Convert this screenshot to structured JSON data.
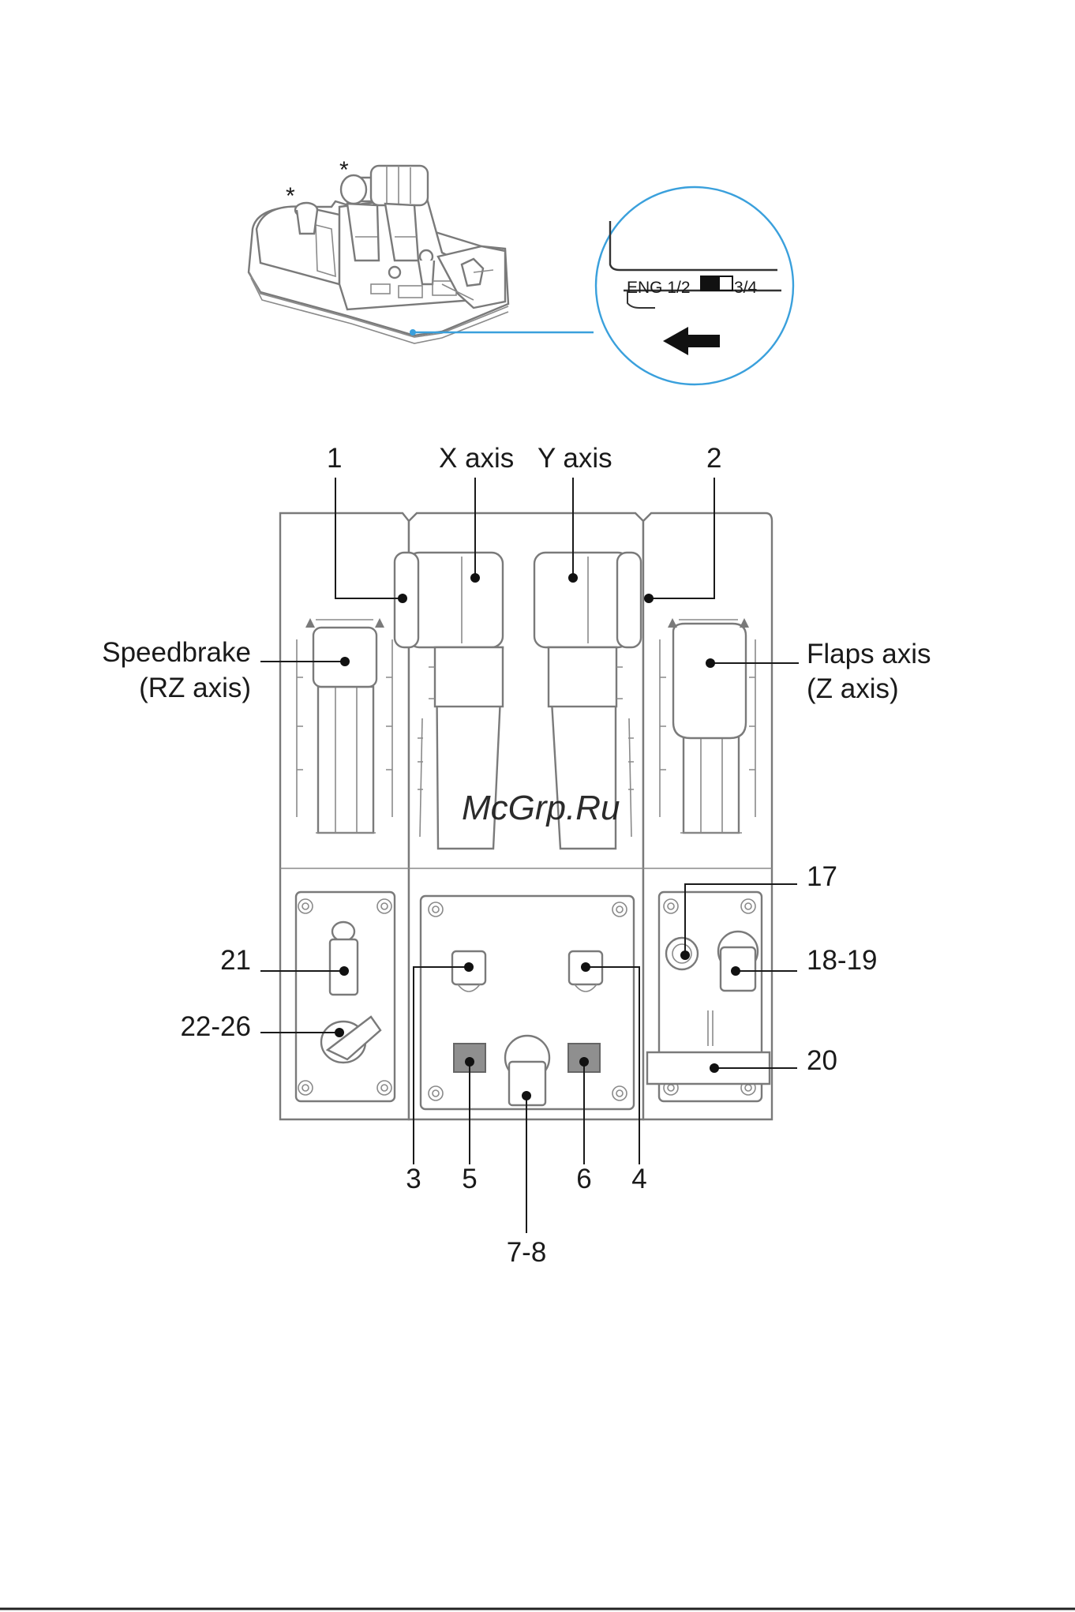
{
  "top_view": {
    "stars": [
      "*",
      "*"
    ],
    "switch_left": "ENG 1/2",
    "switch_right": "3/4"
  },
  "callouts": {
    "c1": "1",
    "x_axis": "X axis",
    "y_axis": "Y axis",
    "c2": "2",
    "speedbrake_line1": "Speedbrake",
    "speedbrake_line2": "(RZ axis)",
    "flaps_line1": "Flaps axis",
    "flaps_line2": "(Z axis)",
    "c17": "17",
    "c21": "21",
    "c18_19": "18-19",
    "c22_26": "22-26",
    "c20": "20",
    "c3": "3",
    "c5": "5",
    "c6": "6",
    "c4": "4",
    "c7_8": "7-8"
  },
  "watermark": "McGrp.Ru",
  "colors": {
    "callout_circle": "#3aa0dc",
    "watermark": "#d9262c",
    "outline": "#7a7a7a",
    "button_fill": "#8f8f8f"
  }
}
